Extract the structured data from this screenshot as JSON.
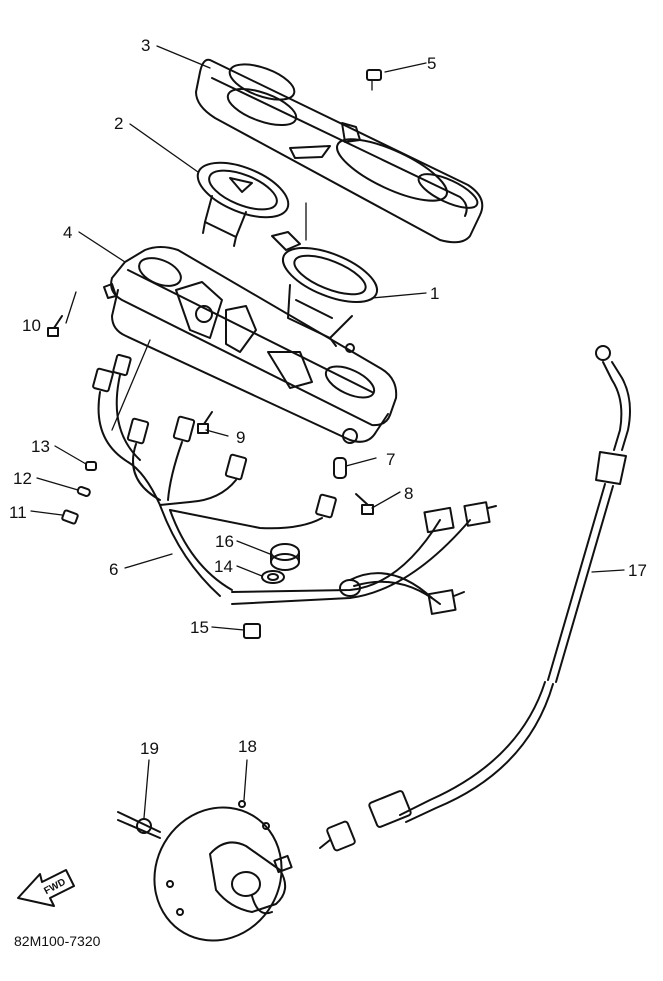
{
  "diagram": {
    "part_labels": [
      "1",
      "2",
      "3",
      "4",
      "5",
      "6",
      "7",
      "8",
      "9",
      "10",
      "11",
      "12",
      "13",
      "14",
      "15",
      "16",
      "17",
      "18",
      "19"
    ],
    "forward_label": "FWD",
    "drawing_code": "82M100-7320"
  }
}
